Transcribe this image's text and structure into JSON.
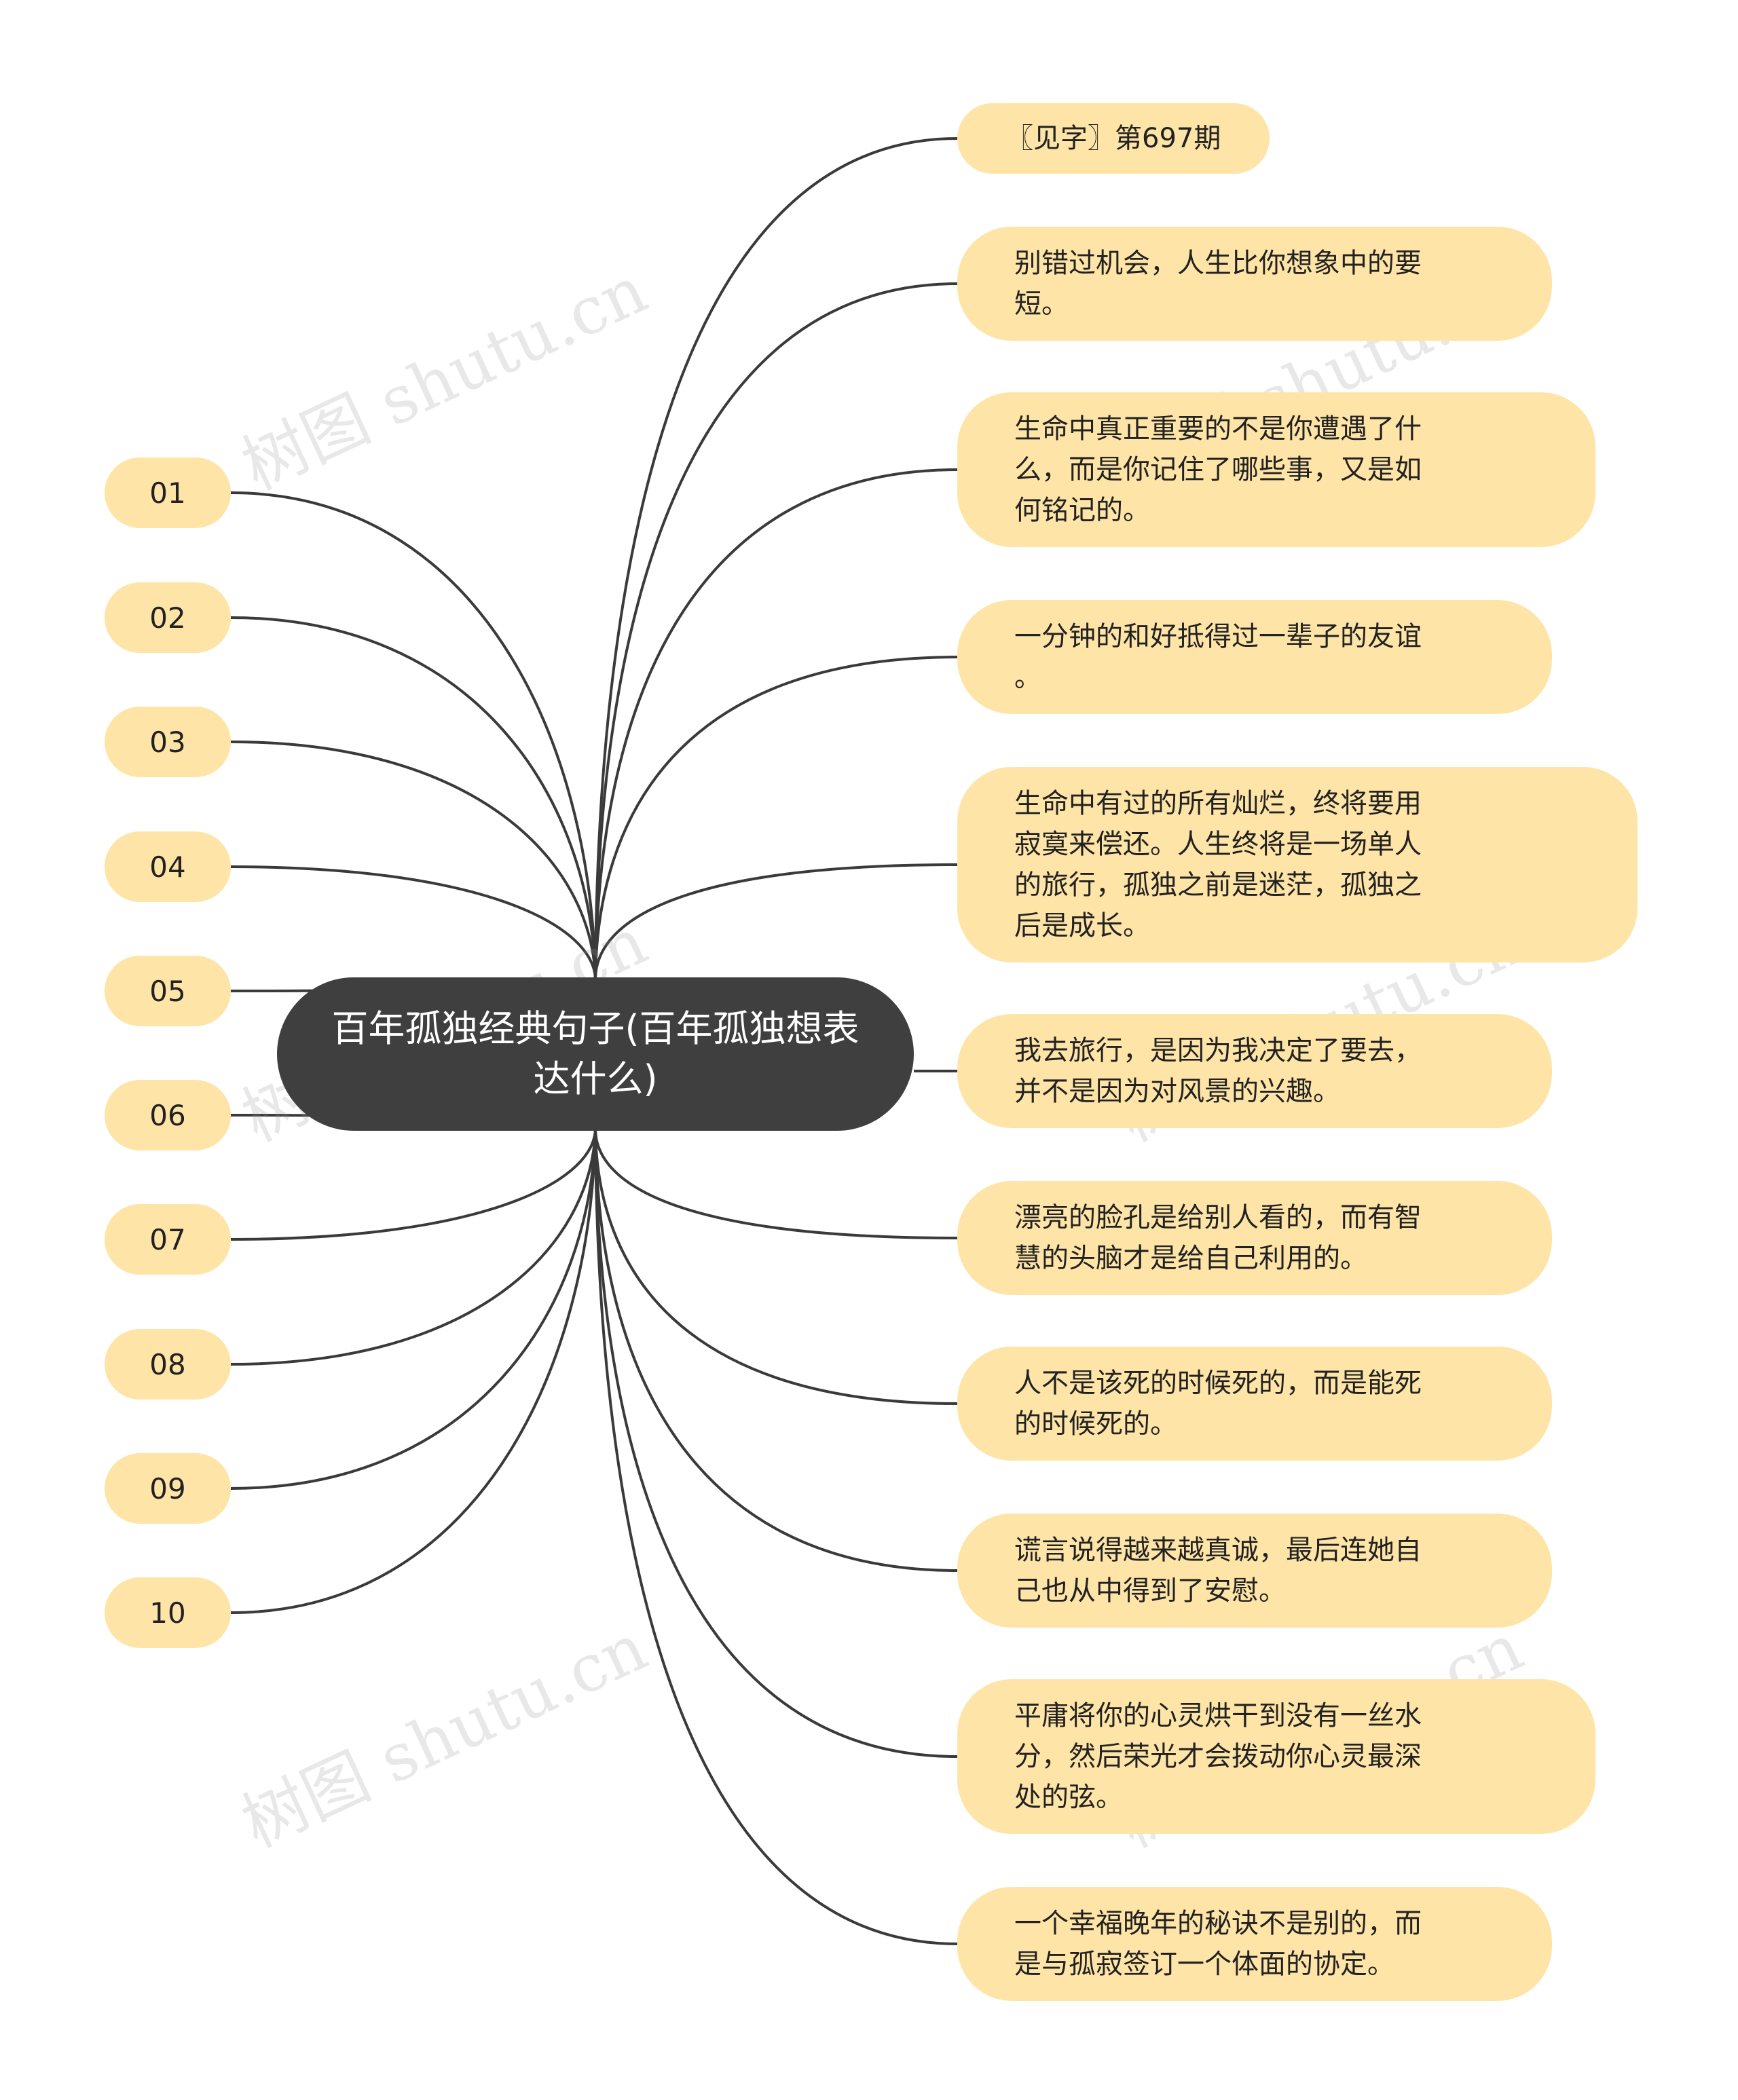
{
  "root": {
    "title": "百年孤独经典句子(百年孤独想表达什么)"
  },
  "left_nodes": [
    "01",
    "02",
    "03",
    "04",
    "05",
    "06",
    "07",
    "08",
    "09",
    "10"
  ],
  "right_nodes": [
    "〖见字〗第697期",
    "别错过机会，人生比你想象中的要\n短。",
    "生命中真正重要的不是你遭遇了什\n么，而是你记住了哪些事，又是如\n何铭记的。",
    "一分钟的和好抵得过一辈子的友谊\n。",
    "生命中有过的所有灿烂，终将要用\n寂寞来偿还。人生终将是一场单人\n的旅行，孤独之前是迷茫，孤独之\n后是成长。",
    "我去旅行，是因为我决定了要去，\n并不是因为对风景的兴趣。",
    "漂亮的脸孔是给别人看的，而有智\n慧的头脑才是给自己利用的。",
    "人不是该死的时候死的，而是能死\n的时候死的。",
    "谎言说得越来越真诚，最后连她自\n己也从中得到了安慰。",
    "平庸将你的心灵烘干到没有一丝水\n分，然后荣光才会拨动你心灵最深\n处的弦。",
    "一个幸福晚年的秘诀不是别的，而\n是与孤寂签订一个体面的协定。"
  ],
  "watermark": "树图 shutu.cn",
  "colors": {
    "node_fill": "#fee5a7",
    "root_fill": "#3f3f3f",
    "line": "#3a3a3a"
  }
}
